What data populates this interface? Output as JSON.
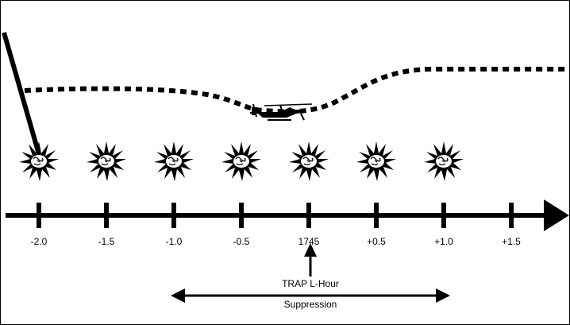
{
  "timeline": {
    "tick_labels": [
      "-2.0",
      "-1.5",
      "-1.0",
      "-0.5",
      "1745",
      "+0.5",
      "+1.0",
      "+1.5"
    ],
    "explosion_tick_count": 7,
    "trap_label": "TRAP L-Hour",
    "suppression_label": "Suppression",
    "suppression_span": [
      "-1.0",
      "+1.0"
    ]
  },
  "colors": {
    "ink": "#000000",
    "background": "#ffffff"
  },
  "icons": [
    "explosion-icon",
    "helicopter-icon",
    "up-arrow-icon",
    "double-arrow-icon"
  ]
}
